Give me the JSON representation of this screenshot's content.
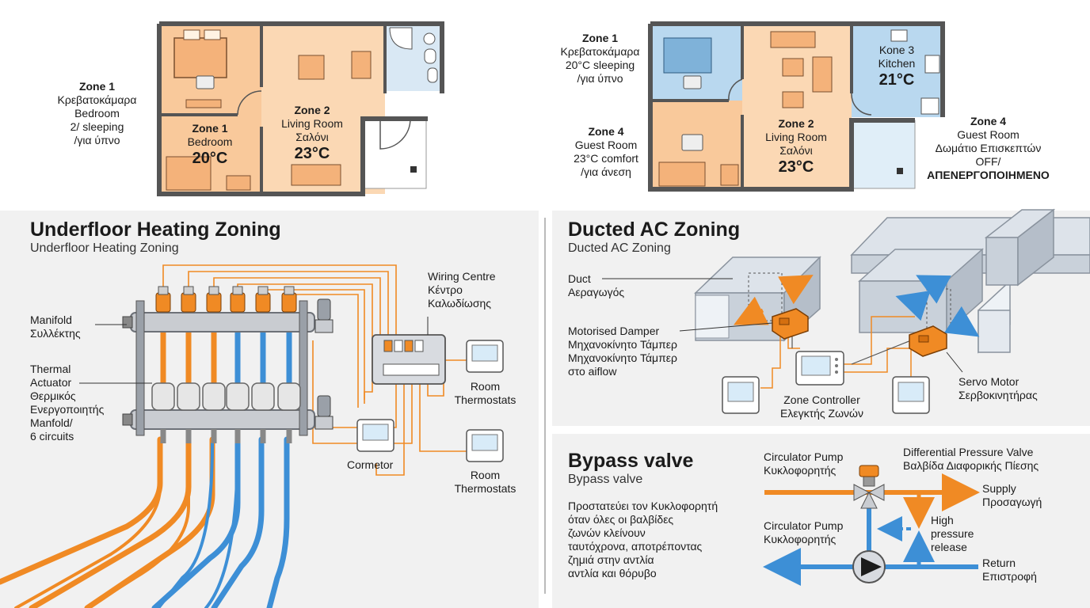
{
  "colors": {
    "orange": "#f08a24",
    "blue": "#3d8fd6",
    "room_orange": "#f9c99b",
    "room_blue": "#b9d8ef",
    "wall": "#555555",
    "panel": "#f1f1f1"
  },
  "floorplan_left": {
    "zone1_side": [
      "Zone 1",
      "Κρεβατοκάμαρα",
      "Bedroom",
      "2/ sleeping",
      "/για ύπνο"
    ],
    "zone1_room": {
      "name": "Zone 1",
      "sub": "Bedroom",
      "temp": "20°C"
    },
    "zone2_room": {
      "name": "Zone 2",
      "sub1": "Living Room",
      "sub2": "Σαλόνι",
      "temp": "23°C"
    }
  },
  "floorplan_right": {
    "zone1_side": [
      "Zone 1",
      "Κρεβατοκάμαρα",
      "20°C sleeping",
      "/για ύπνο"
    ],
    "zone4_side_left": [
      "Zone 4",
      "Guest Room",
      "23°C comfort",
      "/για άνεση"
    ],
    "zone2_room": {
      "name": "Zone 2",
      "sub1": "Living Room",
      "sub2": "Σαλόνι",
      "temp": "23°C"
    },
    "zone3_room": {
      "name": "Kone 3",
      "sub": "Kitchen",
      "temp": "21°C"
    },
    "zone4_side_right": [
      "Zone 4",
      "Guest Room",
      "Δωμάτιο Επισκεπτών",
      "OFF/",
      "ΑΠΕΝΕΡΓΟΠΟΙΗΜΕΝΟ"
    ]
  },
  "underfloor": {
    "title": "Underfloor Heating Zoning",
    "subtitle": "Underfloor Heating Zoning",
    "manifold": [
      "Manifold",
      "Συλλέκτης"
    ],
    "actuator": [
      "Thermal",
      "Actuator",
      "Θερμικός",
      "Ενεργοποιητής",
      "Manfold/",
      "6 circuits"
    ],
    "wiring": [
      "Wiring Centre",
      "Κέντρο",
      "Καλωδίωσης"
    ],
    "thermostats_top": [
      "Room",
      "Thermostats"
    ],
    "cormetor": "Cormetor",
    "thermostats_bottom": [
      "Room",
      "Thermostats"
    ]
  },
  "ducted": {
    "title": "Ducted AC Zoning",
    "subtitle": "Ducted AC Zoning",
    "duct": [
      "Duct",
      "Αεραγωγός"
    ],
    "damper": [
      "Motorised Damper",
      "Μηχανοκίνητο Τάμπερ",
      "Μηχανοκίνητο Τάμπερ",
      "στο aiflow"
    ],
    "controller": [
      "Zone Controller",
      "Ελεγκτής Ζωνών"
    ],
    "servo": [
      "Servo Motor",
      "Σερβοκινητήρας"
    ]
  },
  "bypass": {
    "title": "Bypass valve",
    "subtitle": "Bypass valve",
    "description": [
      "Προστατεύει τον Κυκλοφορητή",
      "όταν όλες οι βαλβίδες",
      "ζωνών κλείνουν",
      "ταυτόχρονα, αποτρέποντας",
      "ζημιά στην αντλία",
      "αντλία και θόρυβο"
    ],
    "pump_top": [
      "Circulator Pump",
      "Κυκλοφορητής"
    ],
    "dpv": [
      "Differential Pressure Valve",
      "Βαλβίδα Διαφορικής Πίεσης"
    ],
    "supply": [
      "Supply",
      "Προσαγωγή"
    ],
    "pump_mid": [
      "Circulator Pump",
      "Κυκλοφορητής"
    ],
    "high": [
      "High",
      "pressure",
      "release"
    ],
    "return": [
      "Return",
      "Επιστροφή"
    ]
  }
}
